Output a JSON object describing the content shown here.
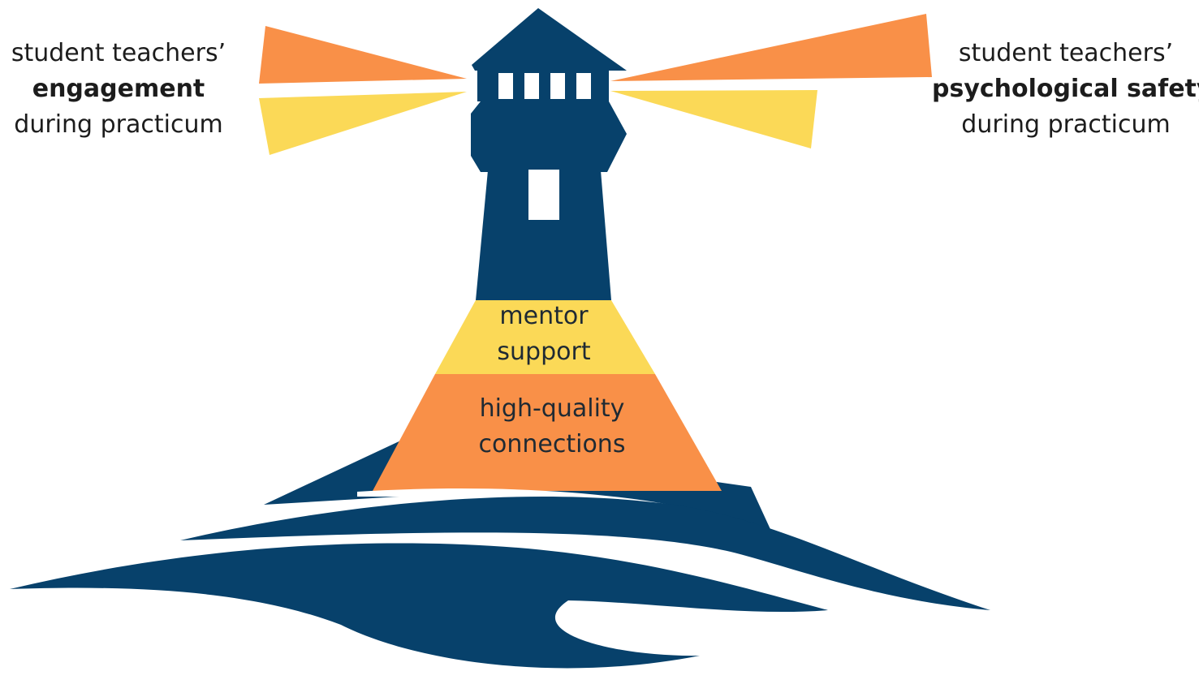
{
  "left_caption": {
    "line1": "student teachers’",
    "line2": "engagement",
    "line3": "during practicum"
  },
  "right_caption": {
    "line1": "student teachers’",
    "line2": "psychological safety",
    "line3": "during practicum"
  },
  "lighthouse": {
    "band_upper": {
      "line1": "mentor",
      "line2": "support"
    },
    "band_lower": {
      "line1": "high-quality",
      "line2": "connections"
    }
  },
  "colors": {
    "navy": "#07416b",
    "orange": "#f99048",
    "yellow": "#fbd957",
    "text": "#1c1c1c",
    "background": "#ffffff"
  }
}
